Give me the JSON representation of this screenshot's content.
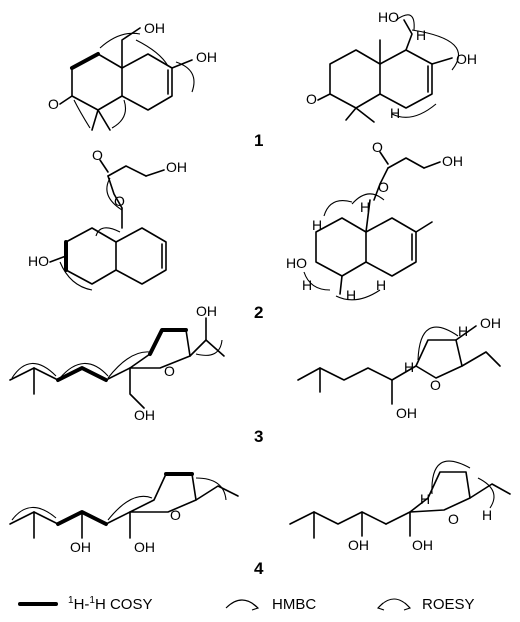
{
  "compounds": [
    {
      "number": "1",
      "labels": {
        "oh1": "OH",
        "oh2": "OH",
        "ketone": "O",
        "ho": "HO",
        "h1": "H",
        "oh3": "OH",
        "ketone2": "O",
        "h2": "H"
      }
    },
    {
      "number": "2",
      "labels": {
        "o1": "O",
        "oh1": "OH",
        "o2": "O",
        "ho": "HO",
        "o3": "O",
        "o4": "O",
        "oh2": "OH",
        "h1": "H",
        "h2": "H",
        "ho2": "HO",
        "h3": "H",
        "h4": "H",
        "h5": "H"
      }
    },
    {
      "number": "3",
      "labels": {
        "oh1": "OH",
        "o1": "O",
        "oh2": "OH",
        "h1": "H",
        "oh3": "OH",
        "h2": "H",
        "o2": "O",
        "oh4": "OH"
      }
    },
    {
      "number": "4",
      "labels": {
        "oh1": "OH",
        "oh2": "OH",
        "o1": "O",
        "h1": "H",
        "h2": "H",
        "o2": "O",
        "oh3": "OH",
        "oh4": "OH"
      }
    }
  ],
  "legend": {
    "cosy_sup1": "1",
    "cosy_mid": "H-",
    "cosy_sup2": "1",
    "cosy_end": "H COSY",
    "hmbc": "HMBC",
    "roesy": "ROESY"
  }
}
